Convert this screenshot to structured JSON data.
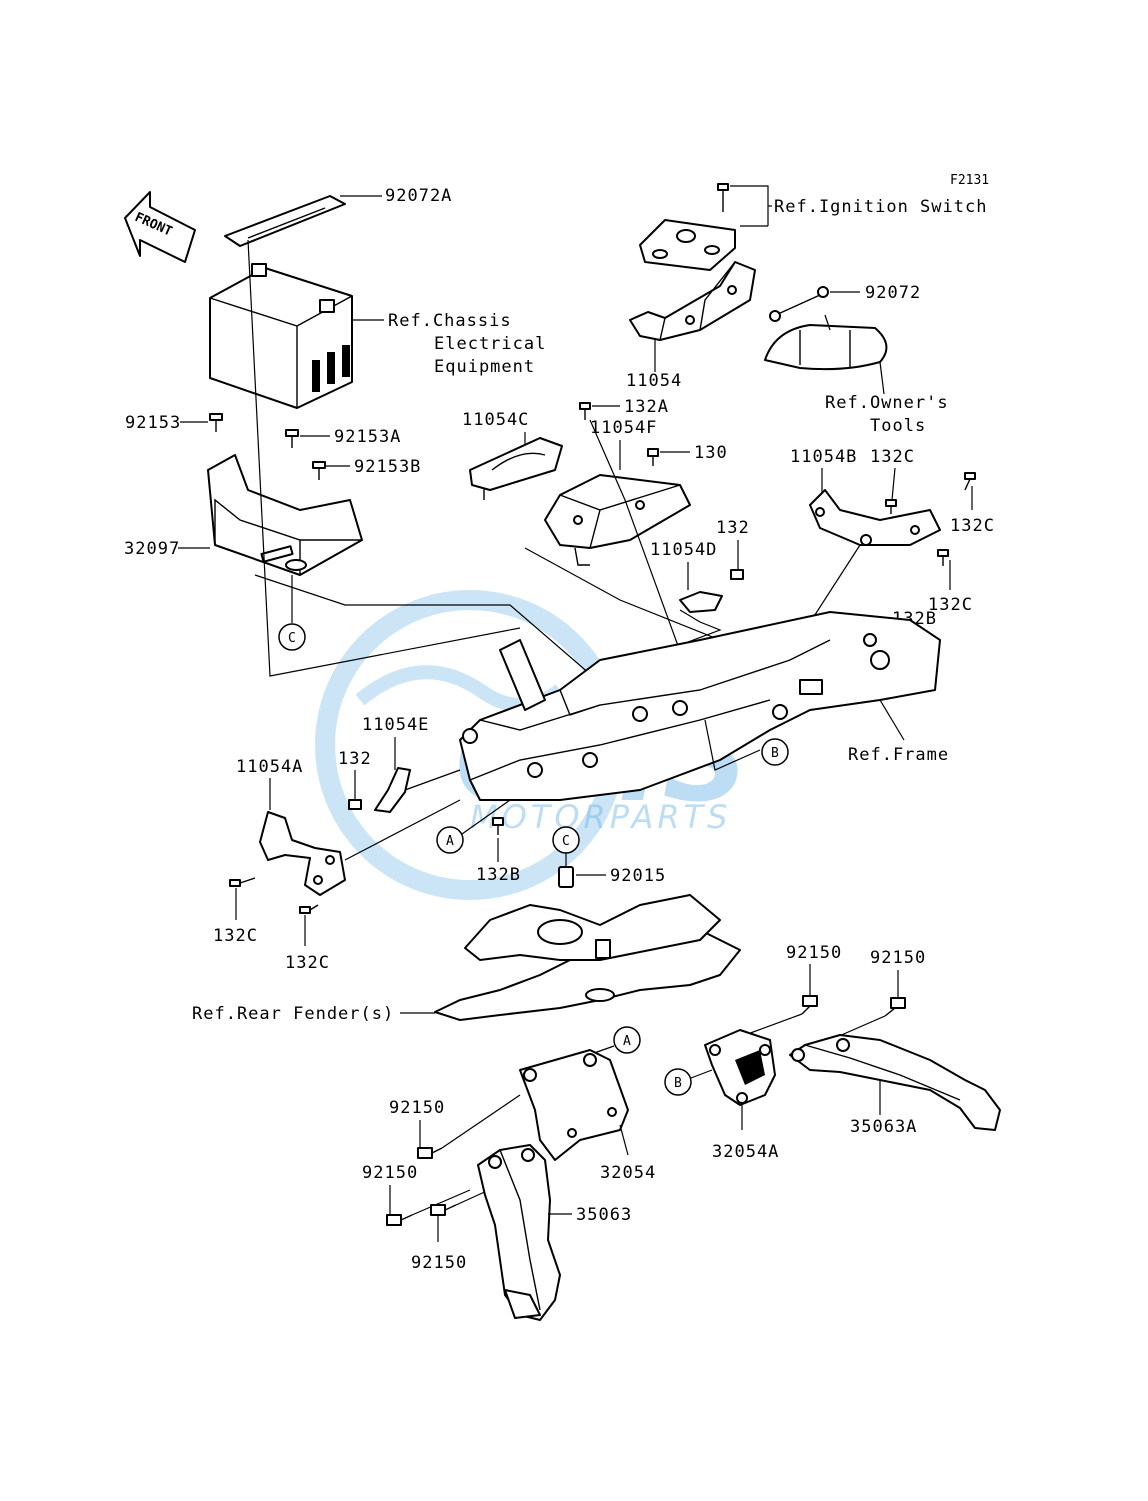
{
  "figure_code": "F2131",
  "front_arrow": "FRONT",
  "watermark": {
    "main": "CMS",
    "sub": "MOTORPARTS"
  },
  "parts": {
    "p92072A": "92072A",
    "ref_ignition": "Ref.Ignition Switch",
    "p92072": "92072",
    "ref_chassis_1": "Ref.Chassis",
    "ref_chassis_2": "Electrical",
    "ref_chassis_3": "Equipment",
    "p11054": "11054",
    "ref_owners_1": "Ref.Owner's",
    "ref_owners_2": "Tools",
    "p132A": "132A",
    "p11054C": "11054C",
    "p11054F": "11054F",
    "p92153": "92153",
    "p92153A": "92153A",
    "p92153B": "92153B",
    "p130": "130",
    "p11054B": "11054B",
    "p132C_a": "132C",
    "p132C_b": "132C",
    "p132": "132",
    "p32097": "32097",
    "p11054D": "11054D",
    "p132C_c": "132C",
    "p132B_a": "132B",
    "callout_C1": "C",
    "callout_B1": "B",
    "ref_frame": "Ref.Frame",
    "p11054E": "11054E",
    "p11054A": "11054A",
    "p132_b": "132",
    "callout_A1": "A",
    "p132B_b": "132B",
    "callout_C2": "C",
    "p92015": "92015",
    "p132C_d": "132C",
    "p132C_e": "132C",
    "p92150_a": "92150",
    "p92150_b": "92150",
    "ref_rear_fender": "Ref.Rear Fender(s)",
    "callout_A2": "A",
    "callout_B2": "B",
    "p92150_c": "92150",
    "p32054": "32054",
    "p32054A": "32054A",
    "p35063A": "35063A",
    "p92150_d": "92150",
    "p35063": "35063",
    "p92150_e": "92150"
  }
}
